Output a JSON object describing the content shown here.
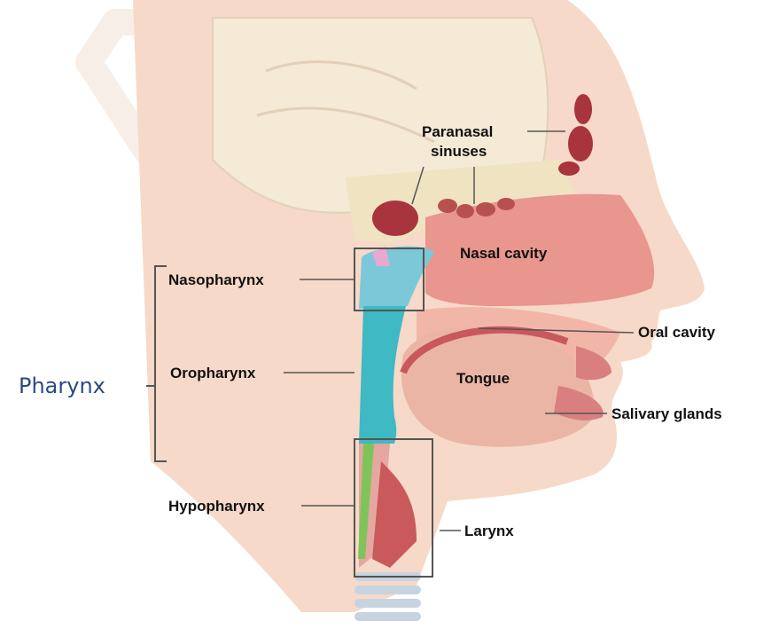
{
  "diagram": {
    "group_label": "Pharynx",
    "labels": {
      "paranasal_sinuses_line1": "Paranasal",
      "paranasal_sinuses_line2": "sinuses",
      "nasal_cavity": "Nasal cavity",
      "nasopharynx": "Nasopharynx",
      "oropharynx": "Oropharynx",
      "hypopharynx": "Hypopharynx",
      "oral_cavity": "Oral cavity",
      "tongue": "Tongue",
      "salivary_glands": "Salivary glands",
      "larynx": "Larynx"
    }
  },
  "colors": {
    "skin": "#f6d9c8",
    "tissue": "#eab5a5",
    "cavity_pink": "#e8968e",
    "nasopharynx_blue": "#7cc8d8",
    "airway_teal": "#3fb9c3",
    "esophagus_green": "#7fc45a",
    "bone": "#efe3c2",
    "sinus": "#a8343d",
    "group_label": "#2b4a82",
    "hexagon_outline": "#f7eee7"
  }
}
